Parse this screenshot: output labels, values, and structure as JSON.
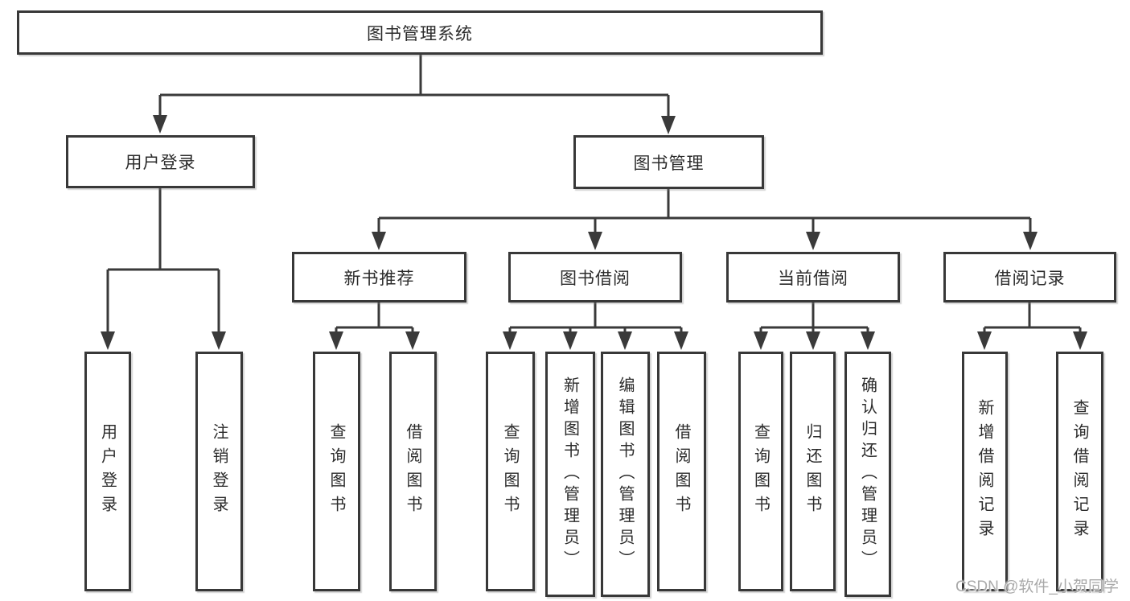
{
  "tree": {
    "label": "图书管理系统",
    "children": [
      {
        "label": "用户登录",
        "children": [
          {
            "label": "用户登录"
          },
          {
            "label": "注销登录"
          }
        ]
      },
      {
        "label": "图书管理",
        "children": [
          {
            "label": "新书推荐",
            "children": [
              {
                "label": "查询图书"
              },
              {
                "label": "借阅图书"
              }
            ]
          },
          {
            "label": "图书借阅",
            "children": [
              {
                "label": "查询图书"
              },
              {
                "label": "新增图书（管理员）"
              },
              {
                "label": "编辑图书（管理员）"
              },
              {
                "label": "借阅图书"
              }
            ]
          },
          {
            "label": "当前借阅",
            "children": [
              {
                "label": "查询图书"
              },
              {
                "label": "归还图书"
              },
              {
                "label": "确认归还（管理员）"
              }
            ]
          },
          {
            "label": "借阅记录",
            "children": [
              {
                "label": "新增借阅记录"
              },
              {
                "label": "查询借阅记录"
              }
            ]
          }
        ]
      }
    ]
  },
  "watermark": {
    "text": "CSDN @软件_小贺同学"
  },
  "colors": {
    "line": "#3a3a3a",
    "box_border": "#383838",
    "box_fill": "#ffffff",
    "text": "#2b2b2b",
    "watermark": "#a9a9a9",
    "background": "#ffffff"
  }
}
